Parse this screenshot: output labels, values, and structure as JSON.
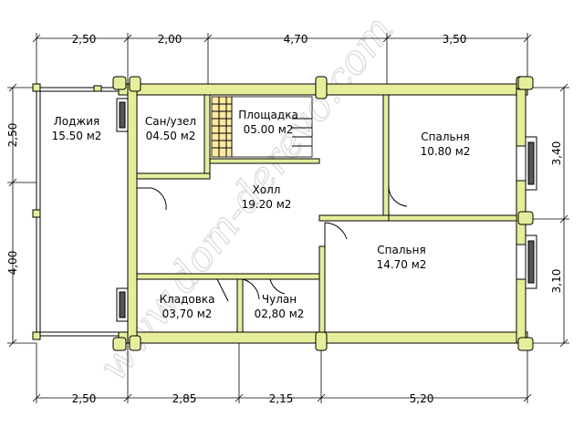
{
  "rooms": {
    "loggia": {
      "name": "Лоджия",
      "area": "15.50 м2"
    },
    "bathroom": {
      "name": "Сан/узел",
      "area": "04.50 м2"
    },
    "landing": {
      "name": "Площадка",
      "area": "05.00 м2"
    },
    "bedroom1": {
      "name": "Спальня",
      "area": "10.80 м2"
    },
    "hall": {
      "name": "Холл",
      "area": "19.20 м2"
    },
    "bedroom2": {
      "name": "Спальня",
      "area": "14.70 м2"
    },
    "storage": {
      "name": "Кладовка",
      "area": "03,70 м2"
    },
    "closet": {
      "name": "Чулан",
      "area": "02,80 м2"
    }
  },
  "dimensions": {
    "top": [
      "2,50",
      "2,00",
      "4,70",
      "3,50"
    ],
    "bottom": [
      "2,50",
      "2,85",
      "2,15",
      "5,20"
    ],
    "left": [
      "2,50",
      "4,00"
    ],
    "right": [
      "3,40",
      "3,10"
    ]
  },
  "colors": {
    "wall": "#e6ee9c",
    "line": "#000000",
    "watermark": "#c8c8c8"
  }
}
